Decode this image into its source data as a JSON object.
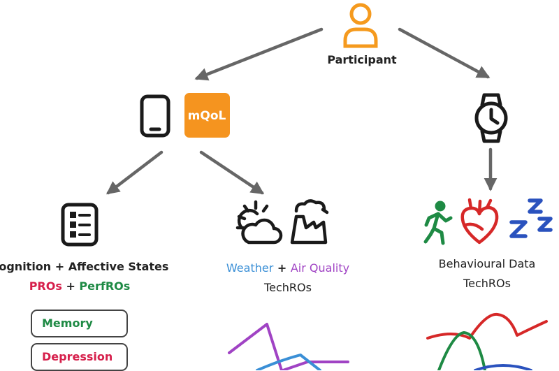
{
  "participant": {
    "label": "Participant",
    "color": "#f59a1e"
  },
  "app": {
    "badge": "mQoL",
    "badge_color": "#f5941f"
  },
  "cognition": {
    "title": "Cognition + Affective States",
    "pros": "PROs",
    "plus": "+",
    "perfros": "PerfROs",
    "pros_color": "#d61f4b",
    "perfros_color": "#1e8a44"
  },
  "environment": {
    "weather": "Weather",
    "plus": "+",
    "air_quality": "Air Quality",
    "subtitle": "TechROs",
    "weather_color": "#3a8fd6",
    "air_quality_color": "#a043c4"
  },
  "behaviour": {
    "title": "Behavioural Data",
    "subtitle": "TechROs"
  },
  "measures": [
    {
      "label": "Memory",
      "color": "#1e8a44"
    },
    {
      "label": "Depression",
      "color": "#d61f4b"
    }
  ],
  "colors": {
    "arrow": "#666666",
    "icon": "#1a1a1a",
    "walk": "#1e8a44",
    "heart": "#d62828",
    "sleep": "#2a52be"
  }
}
